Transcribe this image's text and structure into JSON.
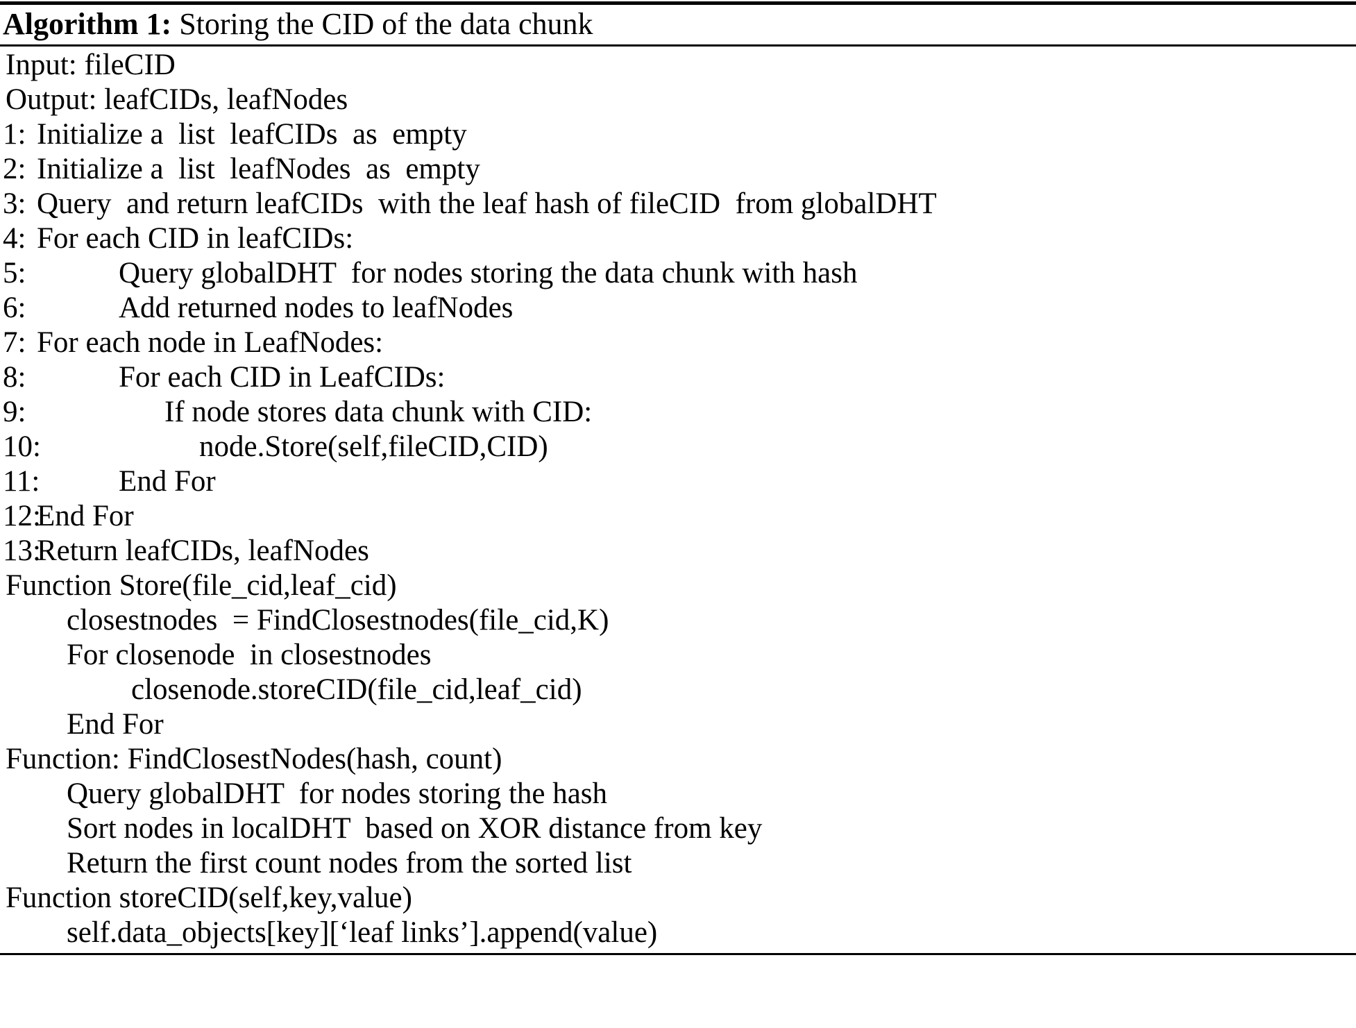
{
  "algorithm": {
    "caption_label": "Algorithm 1:",
    "caption_title": " Storing the CID of the data chunk",
    "lines": [
      {
        "label": "",
        "text": "Input: fileCID",
        "indent": "fn-0",
        "labeled": false
      },
      {
        "label": "",
        "text": "Output: leafCIDs, leafNodes",
        "indent": "fn-0",
        "labeled": false
      },
      {
        "label": "1:",
        "text": "Initialize a  list  leafCIDs  as  empty",
        "indent": "ind-0",
        "labeled": true
      },
      {
        "label": "2:",
        "text": "Initialize a  list  leafNodes  as  empty",
        "indent": "ind-0",
        "labeled": true
      },
      {
        "label": "3:",
        "text": "Query  and return leafCIDs  with the leaf hash of fileCID  from globalDHT",
        "indent": "ind-0",
        "labeled": true
      },
      {
        "label": "4:",
        "text": "For each CID in leafCIDs:",
        "indent": "ind-0",
        "labeled": true
      },
      {
        "label": "5:",
        "text": "Query globalDHT  for nodes storing the data chunk with hash",
        "indent": "ind-1",
        "labeled": true
      },
      {
        "label": "6:",
        "text": "Add returned nodes to leafNodes",
        "indent": "ind-1",
        "labeled": true
      },
      {
        "label": "7:",
        "text": "For each node in LeafNodes:",
        "indent": "ind-0",
        "labeled": true
      },
      {
        "label": "8:",
        "text": "For each CID in LeafCIDs:",
        "indent": "ind-1",
        "labeled": true
      },
      {
        "label": "9:",
        "text": "If node stores data chunk with CID:",
        "indent": "ind-2",
        "labeled": true
      },
      {
        "label": "10:",
        "text": "node.Store(self,fileCID,CID)",
        "indent": "ind-3",
        "labeled": true
      },
      {
        "label": "11:",
        "text": "End For",
        "indent": "ind-1",
        "labeled": true
      },
      {
        "label": "12:",
        "text": "End For",
        "indent": "ind-0",
        "labeled": true
      },
      {
        "label": "13:",
        "text": "Return leafCIDs, leafNodes",
        "indent": "ind-0",
        "labeled": true
      },
      {
        "label": "",
        "text": "Function Store(file_cid,leaf_cid)",
        "indent": "fn-0",
        "labeled": false
      },
      {
        "label": "",
        "text": "closestnodes  = FindClosestnodes(file_cid,K)",
        "indent": "fn-1",
        "labeled": false
      },
      {
        "label": "",
        "text": "For closenode  in closestnodes",
        "indent": "fn-1",
        "labeled": false
      },
      {
        "label": "",
        "text": "closenode.storeCID(file_cid,leaf_cid)",
        "indent": "fn-2",
        "labeled": false
      },
      {
        "label": "",
        "text": "End For",
        "indent": "fn-1",
        "labeled": false
      },
      {
        "label": "",
        "text": "Function: FindClosestNodes(hash, count)",
        "indent": "fn-0",
        "labeled": false
      },
      {
        "label": "",
        "text": "Query globalDHT  for nodes storing the hash",
        "indent": "fn-1",
        "labeled": false
      },
      {
        "label": "",
        "text": "Sort nodes in localDHT  based on XOR distance from key",
        "indent": "fn-1",
        "labeled": false
      },
      {
        "label": "",
        "text": "Return the first count nodes from the sorted list",
        "indent": "fn-1",
        "labeled": false
      },
      {
        "label": "",
        "text": "Function storeCID(self,key,value)",
        "indent": "fn-0",
        "labeled": false
      },
      {
        "label": "",
        "text": "self.data_objects[key][‘leaf links’].append(value)",
        "indent": "fn-1",
        "labeled": false
      }
    ]
  }
}
